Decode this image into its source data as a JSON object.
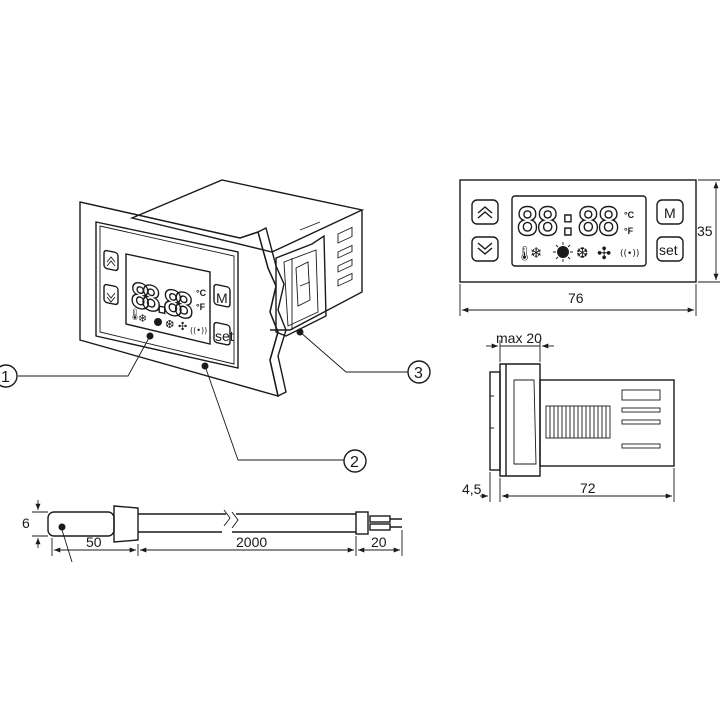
{
  "callouts": [
    "1",
    "2",
    "3"
  ],
  "display": {
    "digits": "88:88",
    "digits_front": "88.88",
    "unit_c": "°C",
    "unit_f": "°F",
    "button_m": "M",
    "button_set": "set",
    "icons": [
      "thermometer-icon",
      "snowflake-icon",
      "sun-icon",
      "defrost-icon",
      "fan-icon",
      "signal-icon"
    ]
  },
  "front_view": {
    "width_label": "76",
    "height_label": "35"
  },
  "side_view": {
    "depth_max_label": "max 20",
    "flange_label": "4,5",
    "body_label": "72"
  },
  "probe": {
    "diameter_label": "6",
    "tip_label": "50",
    "cable_label": "2000",
    "lead_label": "20"
  }
}
